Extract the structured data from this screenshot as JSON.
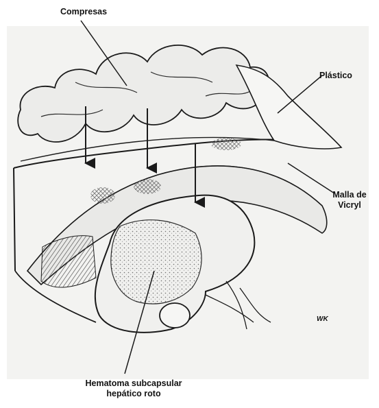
{
  "labels": {
    "compresas": "Compresas",
    "plastico": "Plástico",
    "malla_line1": "Malla de",
    "malla_line2": "Vicryl",
    "hematoma_line1": "Hematoma subcapsular",
    "hematoma_line2": "hepático roto",
    "signature": "WK"
  },
  "colors": {
    "ink": "#1a1a1a",
    "paper": "#f3f3f1",
    "shade": "#8a8a8a"
  }
}
